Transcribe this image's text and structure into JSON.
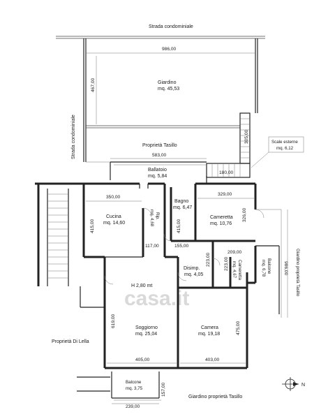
{
  "labels": {
    "strada_top": "Strada condominiale",
    "strada_left": "Strada condominiale",
    "proprieta_tasillo": "Proprietà Tasillo",
    "proprieta_di_lella": "Proprietà Di Lella",
    "giardino_tasillo_right": "Giardino proprietà Tasillo",
    "giardino_tasillo_bottom": "Giardino proprietà Tasillo",
    "height": "H 2,80 mt",
    "north": "N",
    "watermark": "casa.it"
  },
  "rooms": {
    "giardino": {
      "name": "Giardino",
      "area": "mq. 45,53"
    },
    "scale": {
      "name": "Scale esterne",
      "area": "mq. 6,12"
    },
    "ballatoio": {
      "name": "Ballatoio",
      "area": "mq. 5,84"
    },
    "cucina": {
      "name": "Cucina",
      "area": "mq. 14,60"
    },
    "ripostiglio": {
      "name": "Rip.",
      "area": "mq. 4,68"
    },
    "bagno": {
      "name": "Bagno",
      "area": "mq. 6,47"
    },
    "cameretta1": {
      "name": "Cameretta",
      "area": "mq. 10,76"
    },
    "cameretta2": {
      "name": "Cameretta",
      "area": "mq. 4,67"
    },
    "disimpegno": {
      "name": "Disimp.",
      "area": "mq. 4,05"
    },
    "balcone_right": {
      "name": "Balcone",
      "area": "mq. 6,78"
    },
    "soggiorno": {
      "name": "Soggiorno",
      "area": "mq. 25,04"
    },
    "camera": {
      "name": "Camera",
      "area": "mq. 19,18"
    },
    "balcone_bottom": {
      "name": "Balcone",
      "area": "mq. 3,75"
    }
  },
  "dims": {
    "d986": "986,00",
    "d467": "467,00",
    "d305": "305,00",
    "d583": "583,00",
    "d180": "180,00",
    "d350": "350,00",
    "d329": "329,00",
    "d415a": "415,00",
    "d415b": "415,00",
    "d326": "326,00",
    "d117": "117,00",
    "d155": "155,00",
    "d223a": "223,00",
    "d223b": "223,00",
    "d209": "209,00",
    "d986v": "986,00",
    "d619": "619,00",
    "d475": "475,00",
    "d405": "405,00",
    "d403": "403,00",
    "d239": "239,00",
    "d157": "157,00"
  }
}
